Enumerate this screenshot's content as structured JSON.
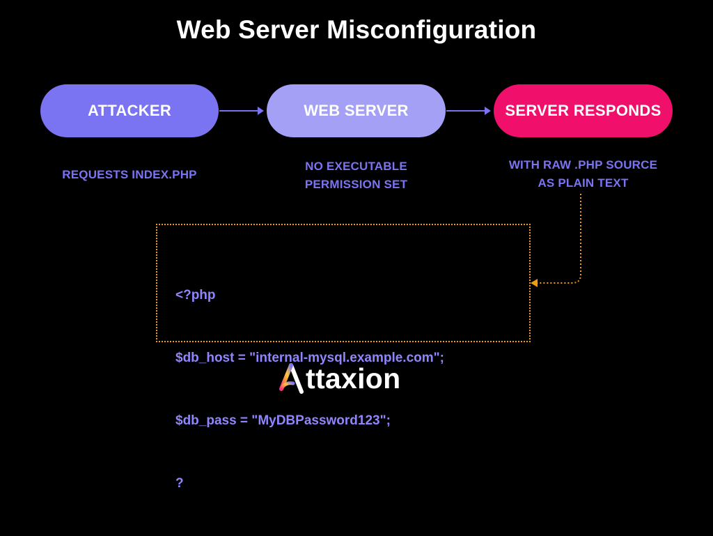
{
  "title": "Web Server Misconfiguration",
  "colors": {
    "background": "#000000",
    "attacker_pill": "#7b74f2",
    "webserver_pill": "#a3a0f5",
    "responds_pill": "#f0106b",
    "caption_text": "#7b74f2",
    "code_text": "#8f86ff",
    "arrow": "#7b74f2",
    "dotted_orange": "#f39c12",
    "logo_gradient": [
      "#ff2e8a",
      "#ff8a3d",
      "#ffc93c",
      "#7b74f2"
    ]
  },
  "flow": {
    "attacker": {
      "label": "ATTACKER",
      "caption": "REQUESTS INDEX.PHP"
    },
    "webserver": {
      "label": "WEB SERVER",
      "caption_lines": [
        "NO EXECUTABLE",
        "PERMISSION SET"
      ]
    },
    "responds": {
      "label": "SERVER RESPONDS",
      "caption_lines": [
        "WITH RAW .PHP SOURCE",
        "AS PLAIN TEXT"
      ]
    }
  },
  "code": {
    "lines": [
      "<?php",
      "$db_host = \"internal-mysql.example.com\";",
      "$db_pass = \"MyDBPassword123\";",
      "?"
    ]
  },
  "logo": {
    "text": "ttaxion",
    "icon": "attaxion-a-logo"
  }
}
